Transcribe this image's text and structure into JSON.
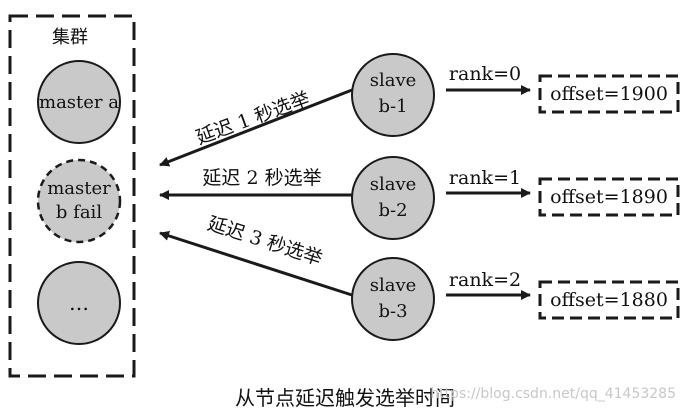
{
  "diagram": {
    "cluster_label": "集群",
    "masters": [
      {
        "id": "master_a",
        "label": "master a",
        "failed": false
      },
      {
        "id": "master_b",
        "label_line1": "master",
        "label_line2": "b fail",
        "failed": true
      },
      {
        "id": "master_more",
        "label": "…",
        "failed": false
      }
    ],
    "slaves": [
      {
        "id": "b-1",
        "line1": "slave",
        "line2": "b-1",
        "delay_label": "延迟 1 秒选举",
        "rank": "rank=0",
        "offset": "offset=1900"
      },
      {
        "id": "b-2",
        "line1": "slave",
        "line2": "b-2",
        "delay_label": "延迟 2 秒选举",
        "rank": "rank=1",
        "offset": "offset=1890"
      },
      {
        "id": "b-3",
        "line1": "slave",
        "line2": "b-3",
        "delay_label": "延迟 3 秒选举",
        "rank": "rank=2",
        "offset": "offset=1880"
      }
    ],
    "colors": {
      "node_fill": "#c9c9c9",
      "stroke": "#1a1a1a"
    }
  },
  "caption": "从节点延迟触发选举时间",
  "watermark": "https://blog.csdn.net/qq_41453285"
}
